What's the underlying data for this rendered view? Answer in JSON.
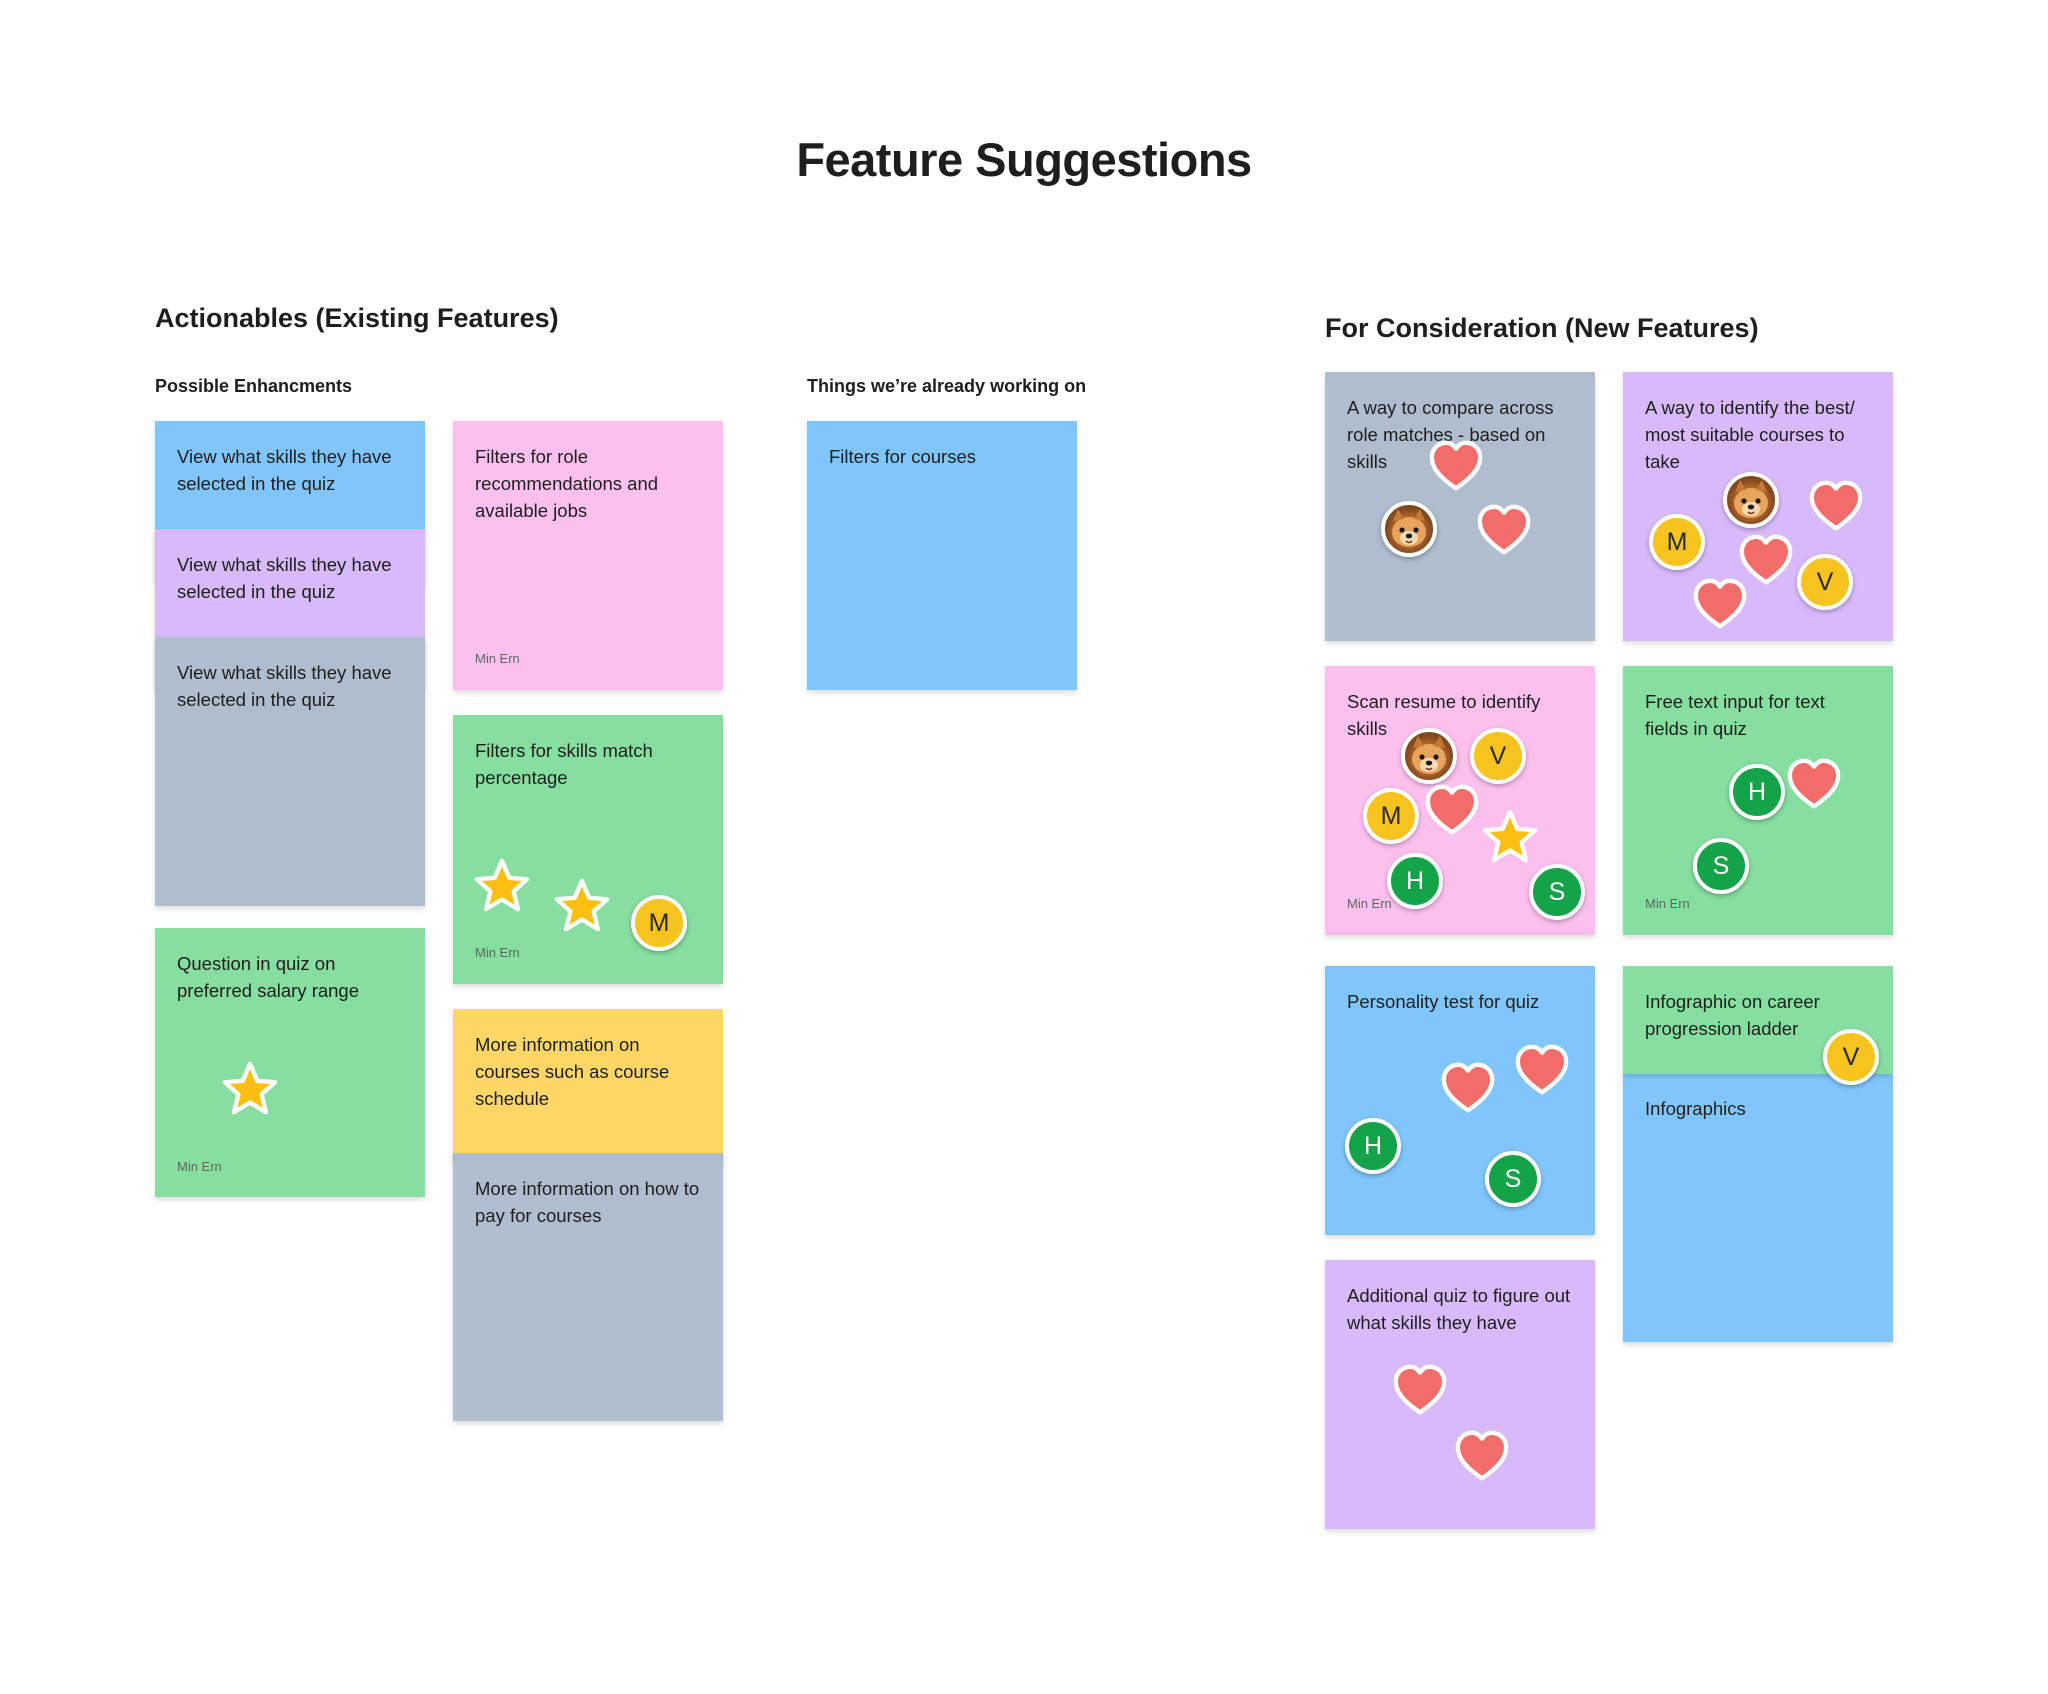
{
  "page_title": "Feature Suggestions",
  "left_section": {
    "title": "Actionables (Existing Features)",
    "enhancements_label": "Possible Enhancments",
    "working_label": "Things we’re already working on"
  },
  "right_section": {
    "title": "For Consideration (New Features)"
  },
  "notes": {
    "skills_quiz_1": "View what skills they have selected in the quiz",
    "skills_quiz_2": "View what skills they have selected in the quiz",
    "skills_quiz_3": "View what skills they have selected in the quiz",
    "salary_range": "Question in quiz on preferred salary range",
    "role_filters": "Filters for role recommendations and available jobs",
    "skills_match_filter": "Filters for skills match percentage",
    "course_schedule": "More information on courses such as course schedule",
    "pay_courses": "More information on how to pay for courses",
    "course_filters": "Filters for courses",
    "compare_roles": "A way to compare across role matches - based on skills",
    "best_courses": "A way to identify the best/ most suitable courses to take",
    "scan_resume": "Scan resume to identify skills",
    "free_text": "Free text input for text fields in quiz",
    "personality_test": "Personality test for quiz",
    "career_ladder": "Infographic on career progression ladder",
    "infographics": "Infographics",
    "additional_quiz": "Additional quiz to figure out what skills they have"
  },
  "author_name": "Min Ern",
  "avatars": {
    "m": "M",
    "v": "V",
    "h": "H",
    "s": "S"
  },
  "colors": {
    "blue": "#80c6fc",
    "purple": "#d8bafa",
    "gray": "#afbdcf",
    "pink": "#fcc0ef",
    "green": "#86dea0",
    "yellow": "#fed766",
    "heart": "#f26d6a",
    "star": "#fbbf11",
    "avatar_yellow": "#f7c31f",
    "avatar_green": "#15a34a"
  },
  "icons": [
    "heart-icon",
    "star-icon",
    "dog-avatar-icon"
  ]
}
